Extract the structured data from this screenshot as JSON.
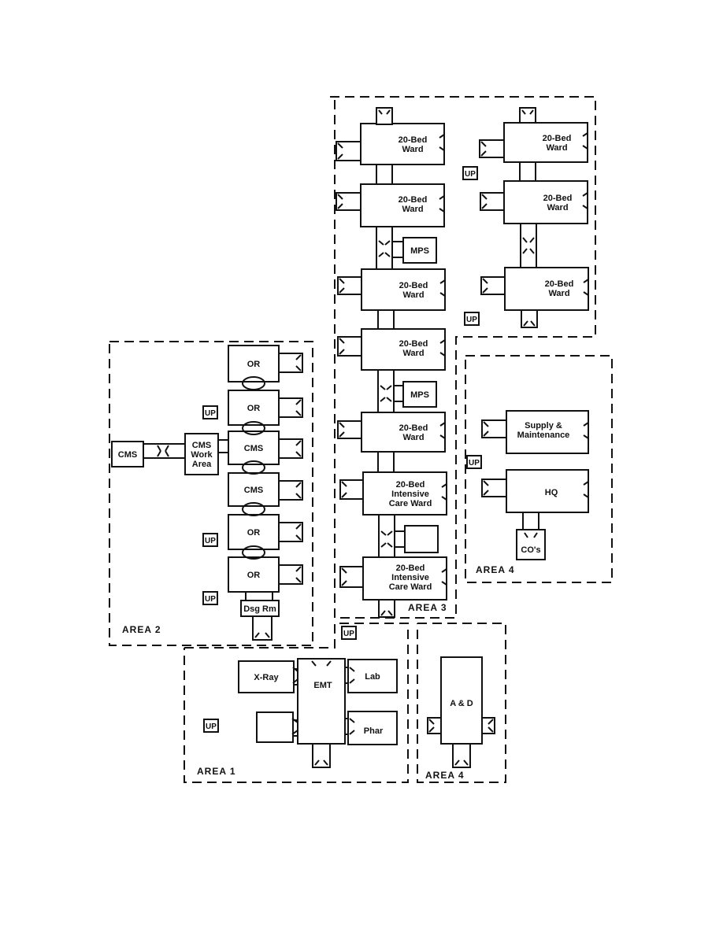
{
  "diagram": {
    "title": "Hospital facility layout by area",
    "areas": [
      {
        "id": "area1",
        "label": "AREA 1"
      },
      {
        "id": "area2",
        "label": "AREA 2"
      },
      {
        "id": "area3",
        "label": "AREA 3"
      },
      {
        "id": "area4a",
        "label": "AREA 4"
      },
      {
        "id": "area4b",
        "label": "AREA 4"
      }
    ],
    "up_label": "UP",
    "rooms": {
      "ward_1": [
        "20-Bed",
        "Ward"
      ],
      "ward_2": [
        "20-Bed",
        "Ward"
      ],
      "ward_3": [
        "20-Bed",
        "Ward"
      ],
      "ward_4": [
        "20-Bed",
        "Ward"
      ],
      "ward_5": [
        "20-Bed",
        "Ward"
      ],
      "ward_r1": [
        "20-Bed",
        "Ward"
      ],
      "ward_r2": [
        "20-Bed",
        "Ward"
      ],
      "ward_r3": [
        "20-Bed",
        "Ward"
      ],
      "icu_1": [
        "20-Bed",
        "Intensive",
        "Care Ward"
      ],
      "icu_2": [
        "20-Bed",
        "Intensive",
        "Care Ward"
      ],
      "mps_1": [
        "MPS"
      ],
      "mps_2": [
        "MPS"
      ],
      "unlabeled_a3": [],
      "or_1": [
        "OR"
      ],
      "or_2": [
        "OR"
      ],
      "cms_1": [
        "CMS"
      ],
      "cms_2": [
        "CMS"
      ],
      "or_3": [
        "OR"
      ],
      "or_4": [
        "OR"
      ],
      "cms_work": [
        "CMS",
        "Work",
        "Area"
      ],
      "cms_ext": [
        "CMS"
      ],
      "dsg_rm": [
        "Dsg Rm"
      ],
      "supply": [
        "Supply &",
        "Maintenance"
      ],
      "hq": [
        "HQ"
      ],
      "cos": [
        "CO's"
      ],
      "xray": [
        "X-Ray"
      ],
      "emt": [
        "EMT"
      ],
      "lab": [
        "Lab"
      ],
      "phar": [
        "Phar"
      ],
      "unlabeled_a1": [],
      "a_and_d": [
        "A & D"
      ]
    }
  }
}
